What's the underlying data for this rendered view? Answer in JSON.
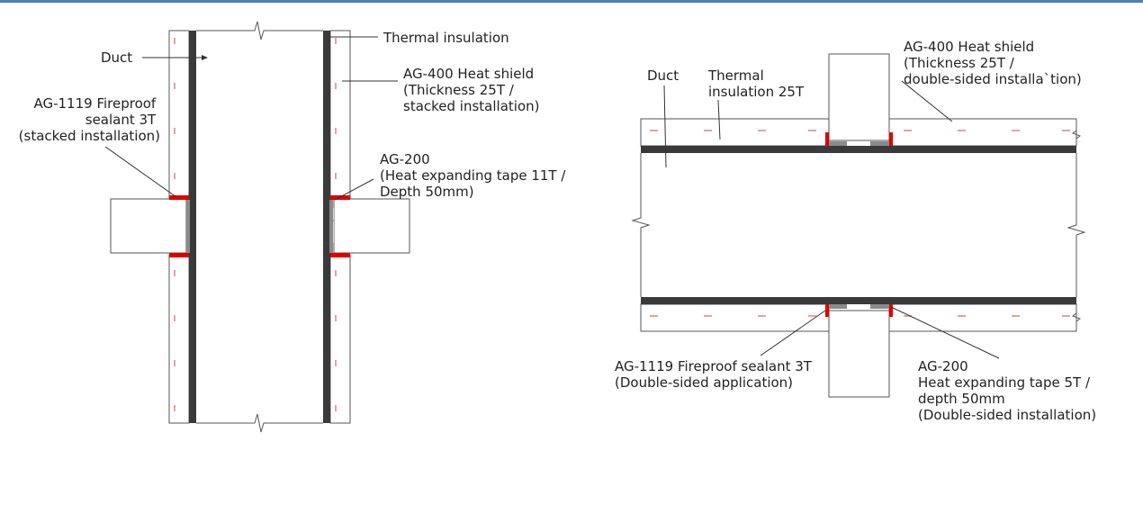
{
  "colors": {
    "top_bar": "#4a7fb8",
    "insulation": "#e6e6e6",
    "duct_wall": "#3a3a3a",
    "sealant": "#e00000",
    "tape": "#8a8a8a",
    "concrete": "#dcdcdc",
    "concrete_speck": "#8a8a8a",
    "shield_mark": "#e8a0a0"
  },
  "left_diagram": {
    "labels": {
      "duct": "Duct",
      "thermal_insulation": "Thermal insulation",
      "heat_shield": [
        "AG-400 Heat shield",
        "(Thickness 25T /",
        "stacked installation)"
      ],
      "sealant": [
        "AG-1119 Fireproof",
        "sealant 3T",
        "(stacked installation)"
      ],
      "tape": [
        "AG-200",
        "(Heat expanding tape 11T /",
        "Depth 50mm)"
      ]
    }
  },
  "right_diagram": {
    "labels": {
      "duct": "Duct",
      "thermal_insulation": [
        "Thermal",
        "insulation 25T"
      ],
      "heat_shield": [
        "AG-400 Heat shield",
        "(Thickness 25T /",
        "double-sided installa`tion)"
      ],
      "sealant": [
        "AG-1119 Fireproof sealant 3T",
        "(Double-sided application)"
      ],
      "tape": [
        "AG-200",
        "Heat expanding tape 5T /",
        "depth 50mm",
        "(Double-sided installation)"
      ]
    }
  }
}
